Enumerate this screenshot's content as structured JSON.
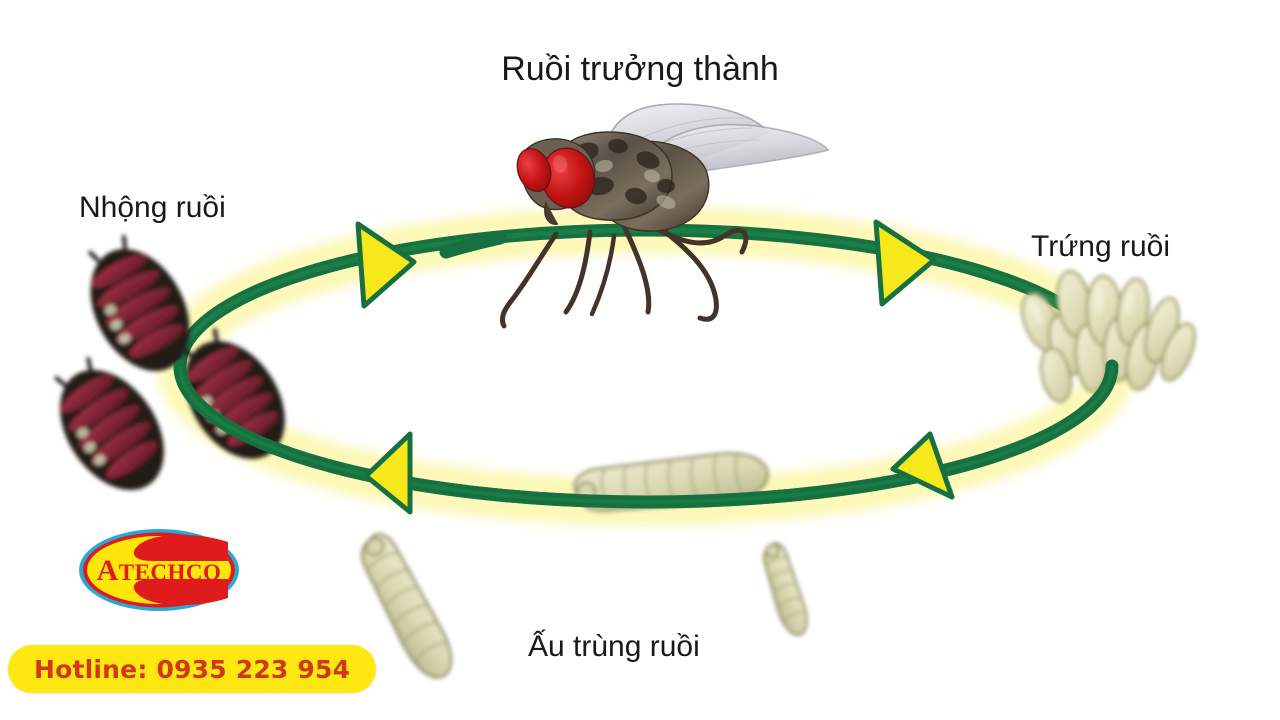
{
  "diagram": {
    "title": "Ruồi trưởng thành",
    "kind": "fly-life-cycle",
    "background_color": "#ffffff"
  },
  "labels": {
    "adult": "Ruồi trưởng thành",
    "pupa": "Nhộng ruồi",
    "egg": "Trứng ruồi",
    "larva": "Ấu trùng ruồi"
  },
  "cycle": {
    "ring_color": "#17703F",
    "ring_glow_color": "#FCF8B8",
    "arrow_fill": "#F7E81C",
    "arrow_stroke": "#17703F",
    "stages": [
      {
        "key": "adult",
        "label": "Ruồi trưởng thành",
        "position": "top"
      },
      {
        "key": "egg",
        "label": "Trứng ruồi",
        "position": "right"
      },
      {
        "key": "larva",
        "label": "Ấu trùng ruồi",
        "position": "bottom"
      },
      {
        "key": "pupa",
        "label": "Nhộng ruồi",
        "position": "left"
      }
    ],
    "arrows": [
      {
        "name": "arrow-top-left",
        "direction": "right"
      },
      {
        "name": "arrow-top-right",
        "direction": "right"
      },
      {
        "name": "arrow-bottom-right",
        "direction": "left"
      },
      {
        "name": "arrow-bottom-left",
        "direction": "left"
      }
    ]
  },
  "organisms": {
    "adult_fly": {
      "eye_color": "#C81818",
      "body_color": "#6B5E4E",
      "wing_color": "#C9C9CF",
      "count": 1
    },
    "eggs": {
      "fill_color": "#E4E2C0",
      "stroke_color": "#9A9A6A",
      "count": 11
    },
    "larvae": {
      "fill_color": "#DEDCB6",
      "stroke_color": "#8C8C5C",
      "count": 3
    },
    "pupae": {
      "fill_color": "#8C2A3C",
      "shell_color": "#241A18",
      "count": 3
    }
  },
  "logo": {
    "brand": "ATECHCO",
    "brand_initial": "A",
    "brand_rest": "TECHCO",
    "ring_color": "#29A8D8",
    "inner_ring_color": "#E01B1B",
    "field_color": "#FFE60A",
    "text_color": "#E01B1B"
  },
  "hotline": {
    "text": "Hotline: 0935 223 954",
    "background_color": "#FFE811",
    "text_color": "#D1381B"
  }
}
